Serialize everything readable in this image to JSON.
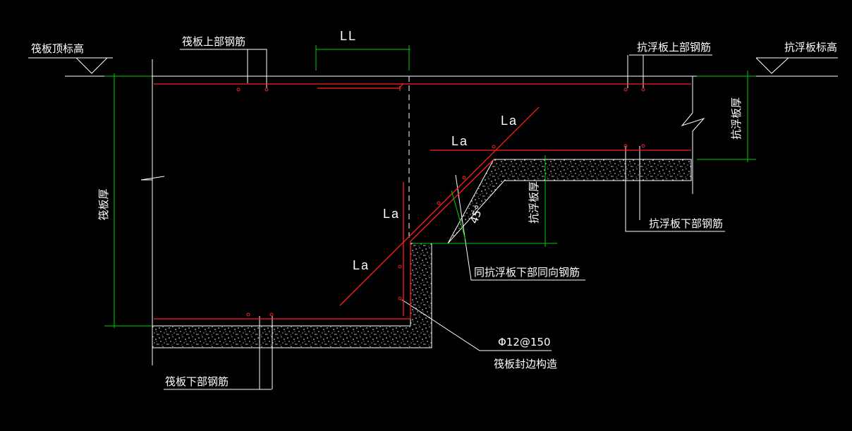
{
  "colors": {
    "background": "#000000",
    "outline": "#ffffff",
    "rebar": "#ff2020",
    "dimension": "#00d000",
    "concrete_hatch": "#ffffff"
  },
  "labels": {
    "raft_top_elevation": "筏板顶标高",
    "raft_top_rebar": "筏板上部钢筋",
    "lap_length": "LL",
    "antifloat_top_rebar": "抗浮板上部钢筋",
    "antifloat_elevation": "抗浮板标高",
    "raft_thickness": "筏板厚",
    "antifloat_thickness_right": "抗浮板厚",
    "antifloat_thickness_mid": "抗浮板厚",
    "anchor_la_1": "La",
    "anchor_la_2": "La",
    "anchor_la_3": "La",
    "anchor_la_4": "La",
    "angle": "45°",
    "antifloat_bottom_rebar": "抗浮板下部钢筋",
    "same_direction_rebar": "同抗浮板下部同向钢筋",
    "edge_rebar_spec": "Φ12@150",
    "edge_detail": "筏板封边构造",
    "raft_bottom_rebar": "筏板下部钢筋"
  }
}
